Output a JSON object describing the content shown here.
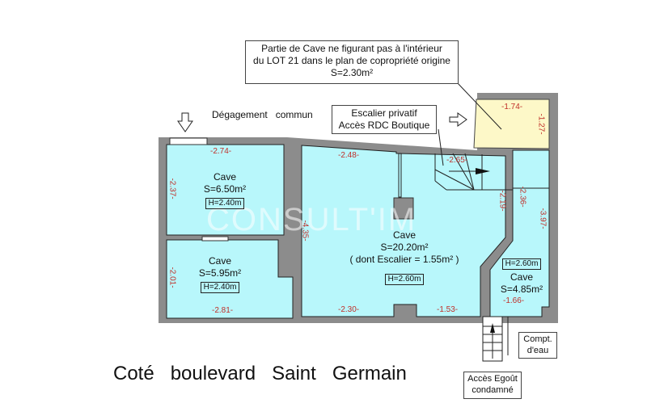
{
  "annotations": {
    "top_note": [
      "Partie de Cave ne figurant pas à l'intérieur",
      "du LOT 21 dans le plan de copropriété origine",
      "S=2.30m²"
    ],
    "corridor": "Dégagement   commun",
    "stair_note": [
      "Escalier privatif",
      "Accès RDC Boutique"
    ],
    "street": "Coté   boulevard   Saint   Germain",
    "water_meter": [
      "Compt.",
      "d'eau"
    ],
    "sewer_access": [
      "Accès Egoût",
      "condamné"
    ],
    "watermark": "CONSULT'IM"
  },
  "rooms": [
    {
      "id": "cave-1",
      "name": "Cave",
      "area": "S=6.50m²",
      "height": "H=2.40m"
    },
    {
      "id": "cave-2",
      "name": "Cave",
      "area": "S=5.95m²",
      "height": "H=2.40m"
    },
    {
      "id": "cave-3",
      "name": "Cave",
      "area": "S=20.20m²",
      "note": "( dont Escalier = 1.55m² )",
      "height": "H=2.60m"
    },
    {
      "id": "cave-4",
      "name": "Cave",
      "area": "S=4.85m²",
      "height": "H=2.60m"
    }
  ],
  "dimensions": {
    "cave1_top": "-2.74-",
    "cave1_left": "-2.37-",
    "cave2_left": "-2.01-",
    "cave2_bottom": "-2.81-",
    "cave3_top": "-2.48-",
    "cave3_left": "-4.35-",
    "cave3_bottom_left": "-2.30-",
    "cave3_bottom_right": "-1.53-",
    "stair_top": "-2.65-",
    "stair_right": "-2.19-",
    "cave4_upper": "-2.36-",
    "cave4_right": "-3.97-",
    "cave4_bottom": "-1.66-",
    "annex_top": "-1.74-",
    "annex_right": "-1.27-"
  },
  "colors": {
    "wall": "#8c8c8c",
    "room_fill": "#b8f7fb",
    "annex_fill": "#fdf8c8",
    "dimension_text": "#c0302a"
  }
}
